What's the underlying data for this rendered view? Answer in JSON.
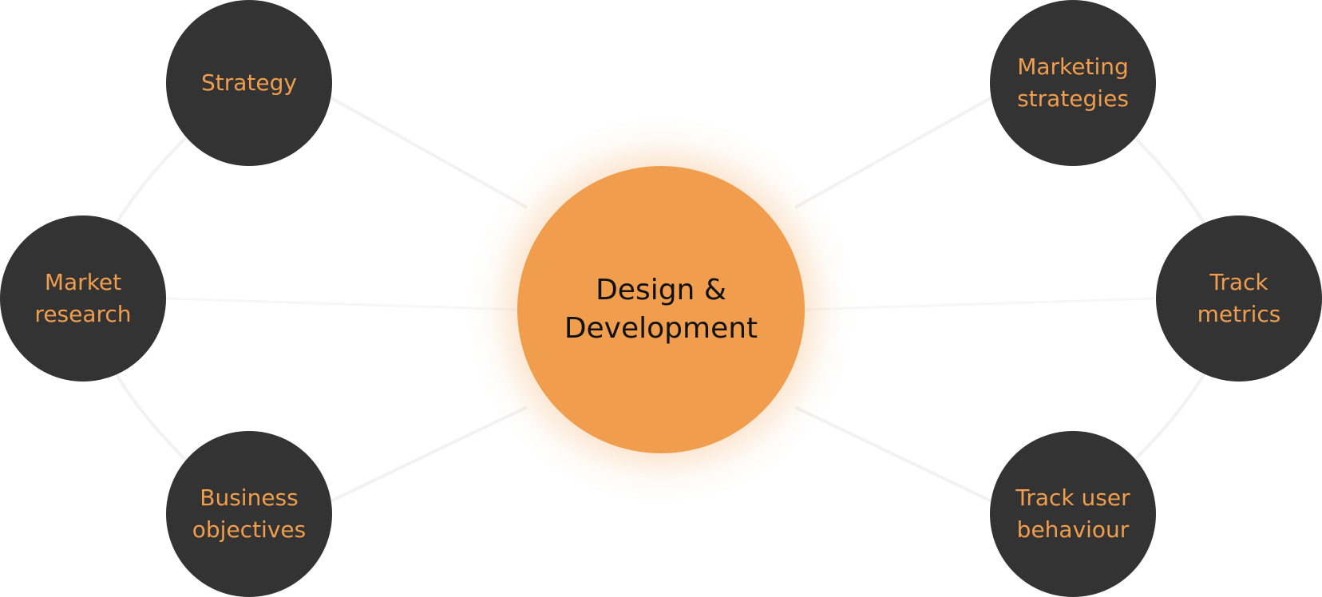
{
  "diagram": {
    "center": {
      "label": "Design &\nDevelopment"
    },
    "left_nodes": [
      {
        "label": "Strategy"
      },
      {
        "label": "Market\nresearch"
      },
      {
        "label": "Business\nobjectives"
      }
    ],
    "right_nodes": [
      {
        "label": "Marketing\nstrategies"
      },
      {
        "label": "Track\nmetrics"
      },
      {
        "label": "Track user\nbehaviour"
      }
    ],
    "colors": {
      "center_fill": "#f09d4d",
      "node_fill": "#333333",
      "node_text": "#f09d4d",
      "center_text": "#111111",
      "connector": "#f2f2f2"
    }
  }
}
